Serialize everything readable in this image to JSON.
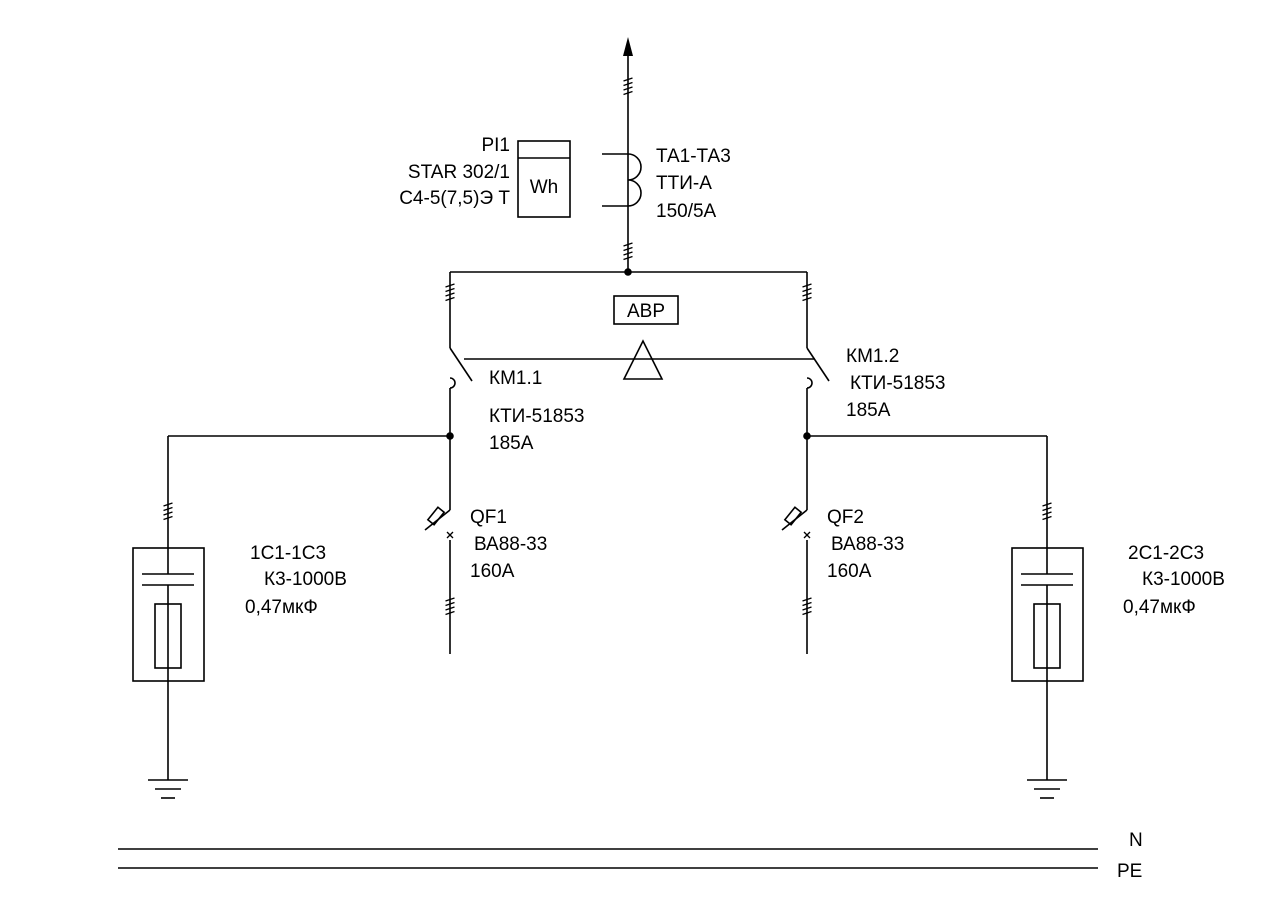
{
  "meter": {
    "name": "PI1",
    "type": "STAR 302/1",
    "spec": "С4-5(7,5)Э Т",
    "symbol": "Wh"
  },
  "ct": {
    "name": "ТА1-ТА3",
    "type": "ТТИ-А",
    "ratio": "150/5А"
  },
  "avr": {
    "label": "АВР"
  },
  "contactor_left": {
    "name": "КМ1.1",
    "type": "КТИ-51853",
    "rating": "185А"
  },
  "contactor_right": {
    "name": "КМ1.2",
    "type": "КТИ-51853",
    "rating": "185А"
  },
  "breaker_left": {
    "name": "QF1",
    "type": "ВА88-33",
    "rating": "160А"
  },
  "breaker_right": {
    "name": "QF2",
    "type": "ВА88-33",
    "rating": "160А"
  },
  "cap_left": {
    "name": "1С1-1С3",
    "type": "К3-1000В",
    "value": "0,47мкФ"
  },
  "cap_right": {
    "name": "2С1-2С3",
    "type": "К3-1000В",
    "value": "0,47мкФ"
  },
  "buses": {
    "n": "N",
    "pe": "PE"
  }
}
